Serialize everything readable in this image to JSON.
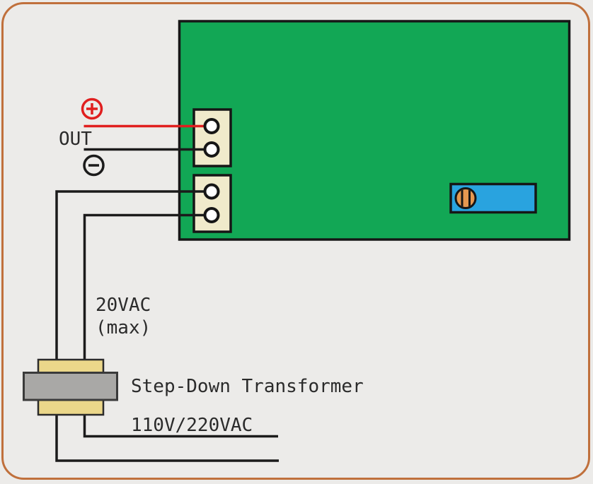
{
  "labels": {
    "output": "OUT",
    "secondary_voltage": "20VAC",
    "secondary_voltage_note": "(max)",
    "transformer": "Step-Down Transformer",
    "primary_voltage": "110V/220VAC"
  },
  "symbols": {
    "positive_terminal": "+",
    "negative_terminal": "−"
  },
  "icons": {
    "positive_terminal": "plus-circle-icon",
    "negative_terminal": "minus-circle-icon",
    "potentiometer_adjust": "screw-head-icon"
  },
  "colors": {
    "frame": "#C0703C",
    "background": "#ECEBE9",
    "pcb_green": "#12A755",
    "terminal_block_cream": "#F0EACB",
    "hole_white": "#FFFFFF",
    "potentiometer_blue": "#29A3DF",
    "screw_orange": "#E59850",
    "positive_wire_red": "#E01F1F",
    "wire_black": "#1B1B1B",
    "transformer_winding_beige": "#EBD78A",
    "transformer_core_gray": "#A9A8A6",
    "text": "#2B2B2B"
  }
}
